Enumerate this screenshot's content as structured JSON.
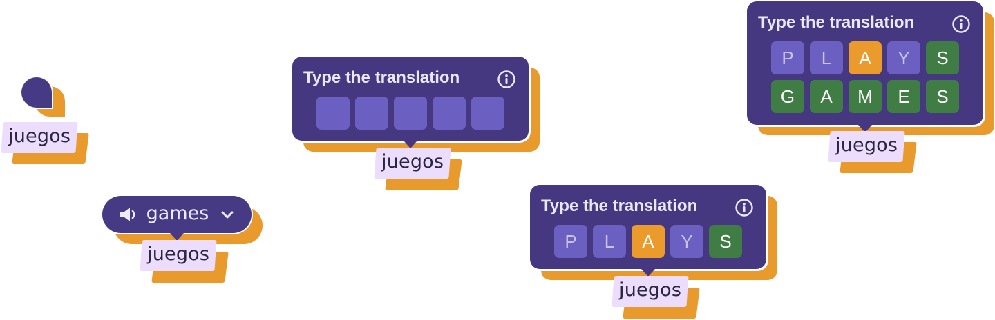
{
  "colors": {
    "navy": "#453881",
    "tile_purple": "#6C5FC2",
    "orange": "#E99A2C",
    "green": "#3F7D44",
    "lavender": "#EBDDFB",
    "white": "#FFFFFF"
  },
  "states": {
    "pin": {
      "icon": "map-pin-icon",
      "word": "juegos"
    },
    "audio": {
      "icon": "speaker-icon",
      "label": "games",
      "dropdown_icon": "chevron-down-icon",
      "word": "juegos"
    },
    "empty": {
      "title": "Type the translation",
      "info_icon": "info-icon",
      "rows": [
        [
          "",
          "",
          "",
          "",
          ""
        ]
      ],
      "word": "juegos"
    },
    "one_guess": {
      "title": "Type the translation",
      "info_icon": "info-icon",
      "rows": [
        [
          {
            "letter": "P",
            "state": "absent"
          },
          {
            "letter": "L",
            "state": "absent"
          },
          {
            "letter": "A",
            "state": "present"
          },
          {
            "letter": "Y",
            "state": "absent"
          },
          {
            "letter": "S",
            "state": "correct"
          }
        ]
      ],
      "word": "juegos"
    },
    "solved": {
      "title": "Type the translation",
      "info_icon": "info-icon",
      "rows": [
        [
          {
            "letter": "P",
            "state": "absent"
          },
          {
            "letter": "L",
            "state": "absent"
          },
          {
            "letter": "A",
            "state": "present"
          },
          {
            "letter": "Y",
            "state": "absent"
          },
          {
            "letter": "S",
            "state": "correct"
          }
        ],
        [
          {
            "letter": "G",
            "state": "correct"
          },
          {
            "letter": "A",
            "state": "correct"
          },
          {
            "letter": "M",
            "state": "correct"
          },
          {
            "letter": "E",
            "state": "correct"
          },
          {
            "letter": "S",
            "state": "correct"
          }
        ]
      ],
      "word": "juegos"
    }
  }
}
